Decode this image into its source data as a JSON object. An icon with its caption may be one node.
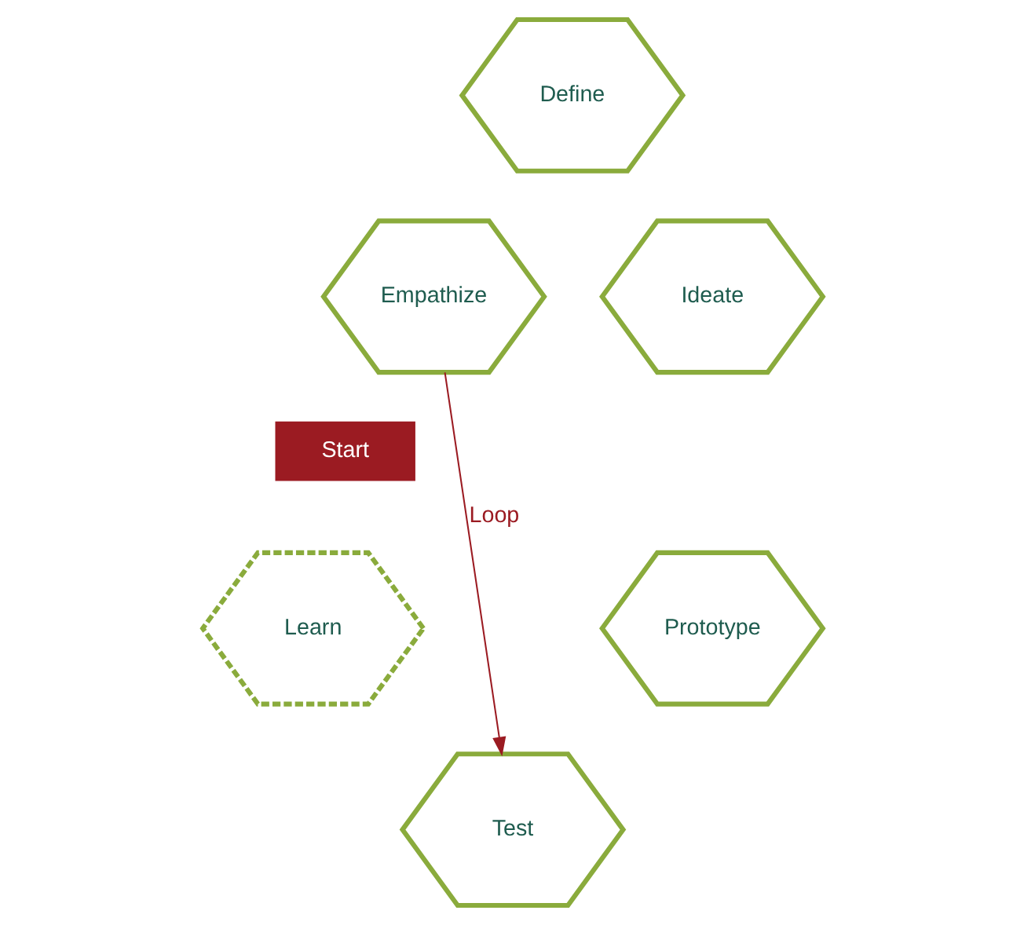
{
  "diagram": {
    "nodes": [
      {
        "text": [
          "Define"
        ]
      },
      {
        "text": [
          "Empathize"
        ]
      },
      {
        "text": [
          "Ideate"
        ]
      },
      {
        "text": [
          "Start"
        ]
      },
      {
        "text": [
          "Learn"
        ]
      },
      {
        "text": [
          "Prototype"
        ]
      },
      {
        "text": [
          "Test"
        ]
      }
    ],
    "edges": [
      {
        "from": 1,
        "to": 6,
        "arrow": "to",
        "label": "Loop",
        "color": "#9b1b22"
      }
    ]
  }
}
